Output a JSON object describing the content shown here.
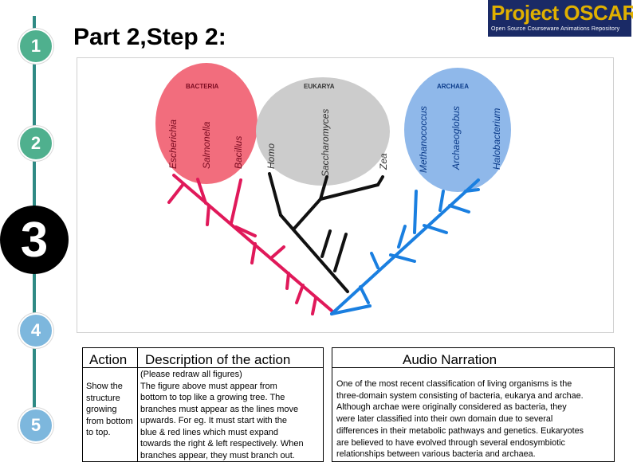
{
  "title": "Part 2,Step 2:",
  "logo": {
    "main_1": "Project",
    "main_2": "OSCAR",
    "subtitle": "Open Source Courseware Animations Repository"
  },
  "steps": [
    {
      "label": "1",
      "state": "done"
    },
    {
      "label": "2",
      "state": "done"
    },
    {
      "label": "3",
      "state": "current"
    },
    {
      "label": "4",
      "state": "todo"
    },
    {
      "label": "5",
      "state": "todo"
    }
  ],
  "diagram": {
    "domains": [
      {
        "name": "BACTERIA",
        "color": "#f26d7d",
        "species": [
          "Escherichia",
          "Salmonella",
          "Bacillus"
        ]
      },
      {
        "name": "EUKARYA",
        "color": "#cccccc",
        "species": [
          "Homo",
          "Saccharomyces",
          "Zea"
        ]
      },
      {
        "name": "ARCHAEA",
        "color": "#8fb8ea",
        "species": [
          "Methanococcus",
          "Archaeoglobus",
          "Halobacterium"
        ]
      }
    ],
    "branch_colors": {
      "bacteria": "#e0195a",
      "eukarya": "#111111",
      "archaea": "#1a7fe0"
    }
  },
  "table": {
    "col_action": "Action",
    "col_description": "Description of the action",
    "col_audio": "Audio Narration",
    "action_lines": [
      "Show the",
      "structure",
      "growing",
      "from bottom",
      "to top."
    ],
    "description_lines": [
      "(Please redraw all figures)",
      "The figure above must appear from",
      "bottom to top like a growing tree. The",
      "branches must appear as the lines move",
      "upwards. For eg. It must start with the",
      "blue & red lines which must expand",
      "towards the right & left respectively. When",
      "branches appear, they must branch out."
    ],
    "audio_lines": [
      "One of the most recent classification of living organisms is the",
      "three-domain system consisting of bacteria, eukarya and archae.",
      "Although archae were originally considered as bacteria, they",
      "were later classified into their own domain due to several",
      "differences in their metabolic pathways and genetics. Eukaryotes",
      "are believed to have evolved through several endosymbiotic",
      "relationships between various bacteria and archaea."
    ]
  }
}
